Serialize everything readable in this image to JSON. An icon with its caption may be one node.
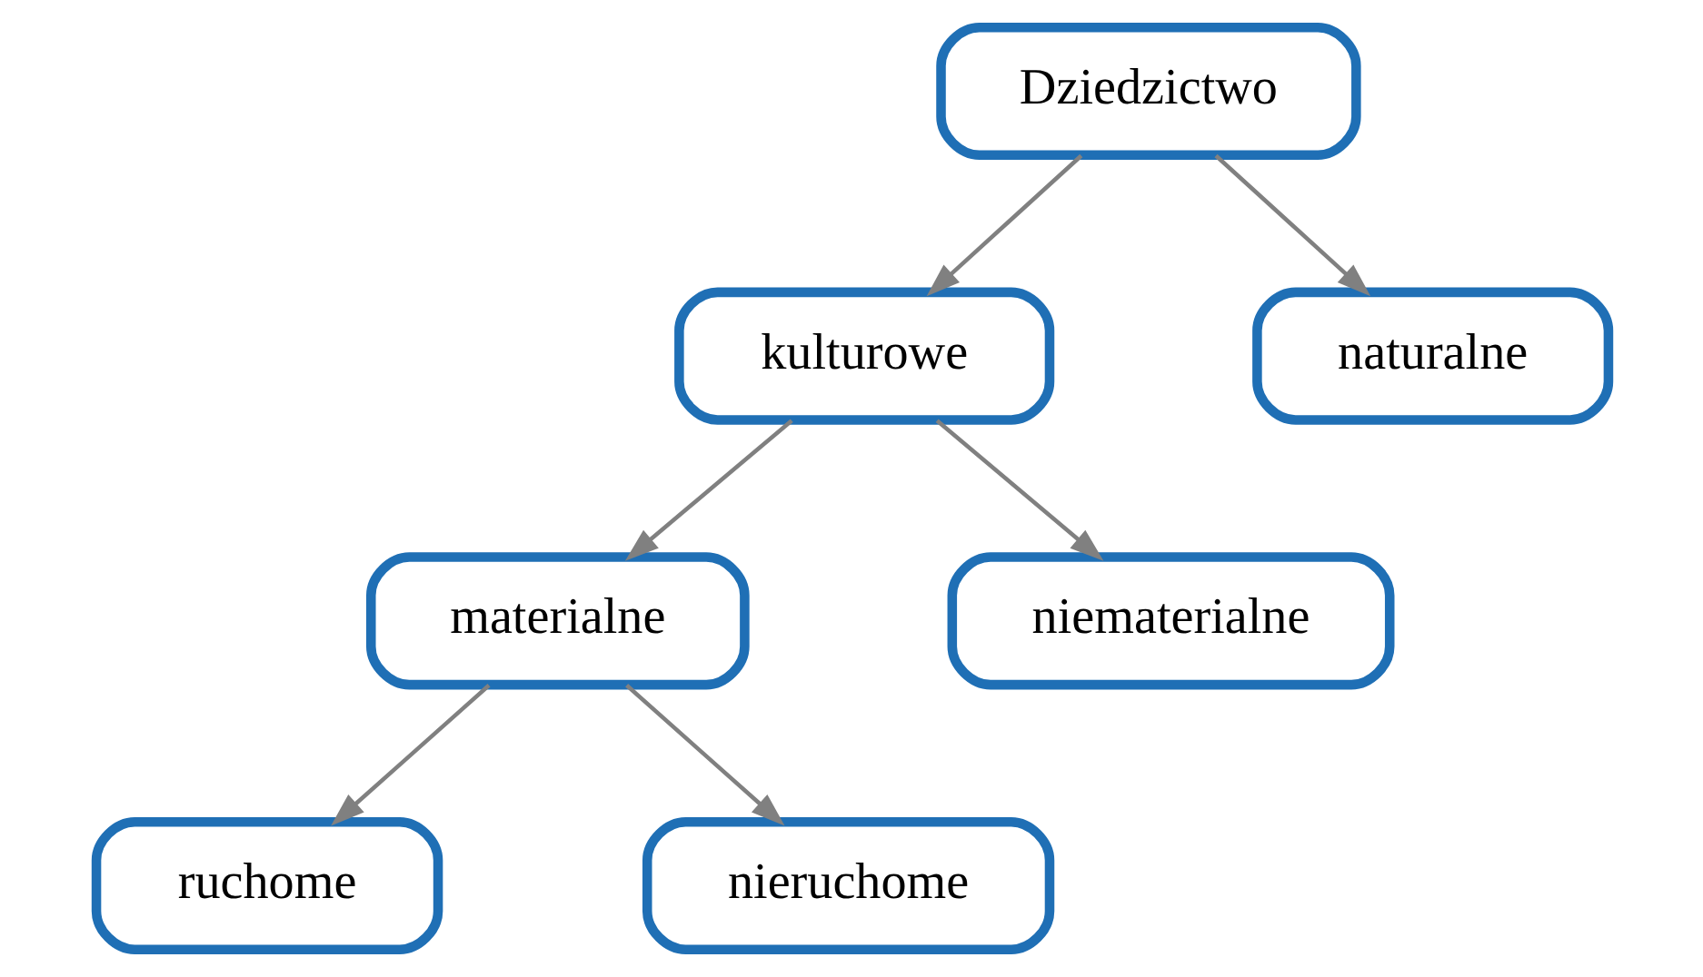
{
  "diagram": {
    "nodes": [
      {
        "text": [
          "Dziedzictwo"
        ]
      },
      {
        "text": [
          "kulturowe"
        ]
      },
      {
        "text": [
          "naturalne"
        ]
      },
      {
        "text": [
          "materialne"
        ]
      },
      {
        "text": [
          "niematerialne"
        ]
      },
      {
        "text": [
          "ruchome"
        ]
      },
      {
        "text": [
          "nieruchome"
        ]
      }
    ],
    "edges": [
      {
        "from": 0,
        "to": 1,
        "arrow": "to"
      },
      {
        "from": 0,
        "to": 2,
        "arrow": "to"
      },
      {
        "from": 1,
        "to": 3,
        "arrow": "to"
      },
      {
        "from": 1,
        "to": 4,
        "arrow": "to"
      },
      {
        "from": 3,
        "to": 5,
        "arrow": "to"
      },
      {
        "from": 3,
        "to": 6,
        "arrow": "to"
      }
    ]
  }
}
